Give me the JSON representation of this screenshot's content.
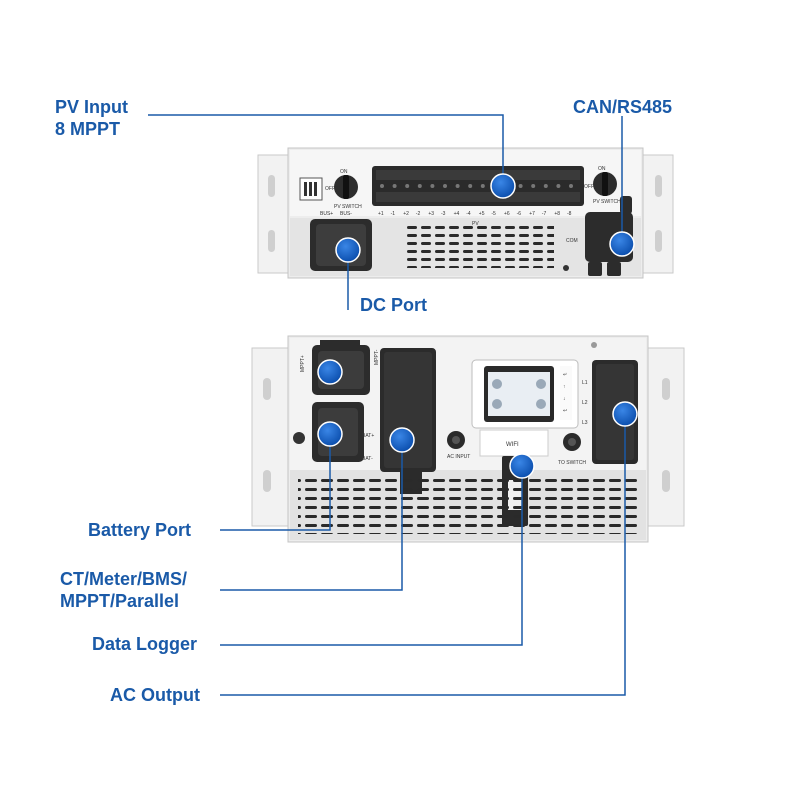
{
  "callouts": {
    "pv_input_line1": "PV Input",
    "pv_input_line2": "8 MPPT",
    "can_rs485": "CAN/RS485",
    "dc_port": "DC Port",
    "battery_port": "Battery Port",
    "ct_meter_line1": "CT/Meter/BMS/",
    "ct_meter_line2": "MPPT/Parallel",
    "data_logger": "Data Logger",
    "ac_output": "AC Output"
  },
  "device_labels": {
    "pv_switch_left": "PV SWITCH",
    "pv_switch_right": "PV SWITCH",
    "on_left": "ON",
    "off_left": "OFF",
    "on_right": "ON",
    "off_right": "OFF",
    "pv": "PV",
    "com": "COM",
    "bus_plus": "BUS+",
    "bus_minus": "BUS-",
    "mppt_plus": "MPPT+",
    "mppt_minus": "MPPT-",
    "bat_plus": "BAT+",
    "bat_minus": "BAT-",
    "ac_input": "AC INPUT",
    "to_switch": "TO SWITCH",
    "wifi": "WIFI",
    "l1": "L1",
    "l2": "L2",
    "l3": "L3",
    "pv_terminals": [
      "+1",
      "-1",
      "+2",
      "-2",
      "+3",
      "-3",
      "+4",
      "-4",
      "+5",
      "-5",
      "+6",
      "-6",
      "+7",
      "-7",
      "+8",
      "-8"
    ]
  },
  "colors": {
    "accent": "#1a5aa8",
    "dot": "#1662c4",
    "panel": "#e9e9e9",
    "connector": "#2b2b2b"
  }
}
